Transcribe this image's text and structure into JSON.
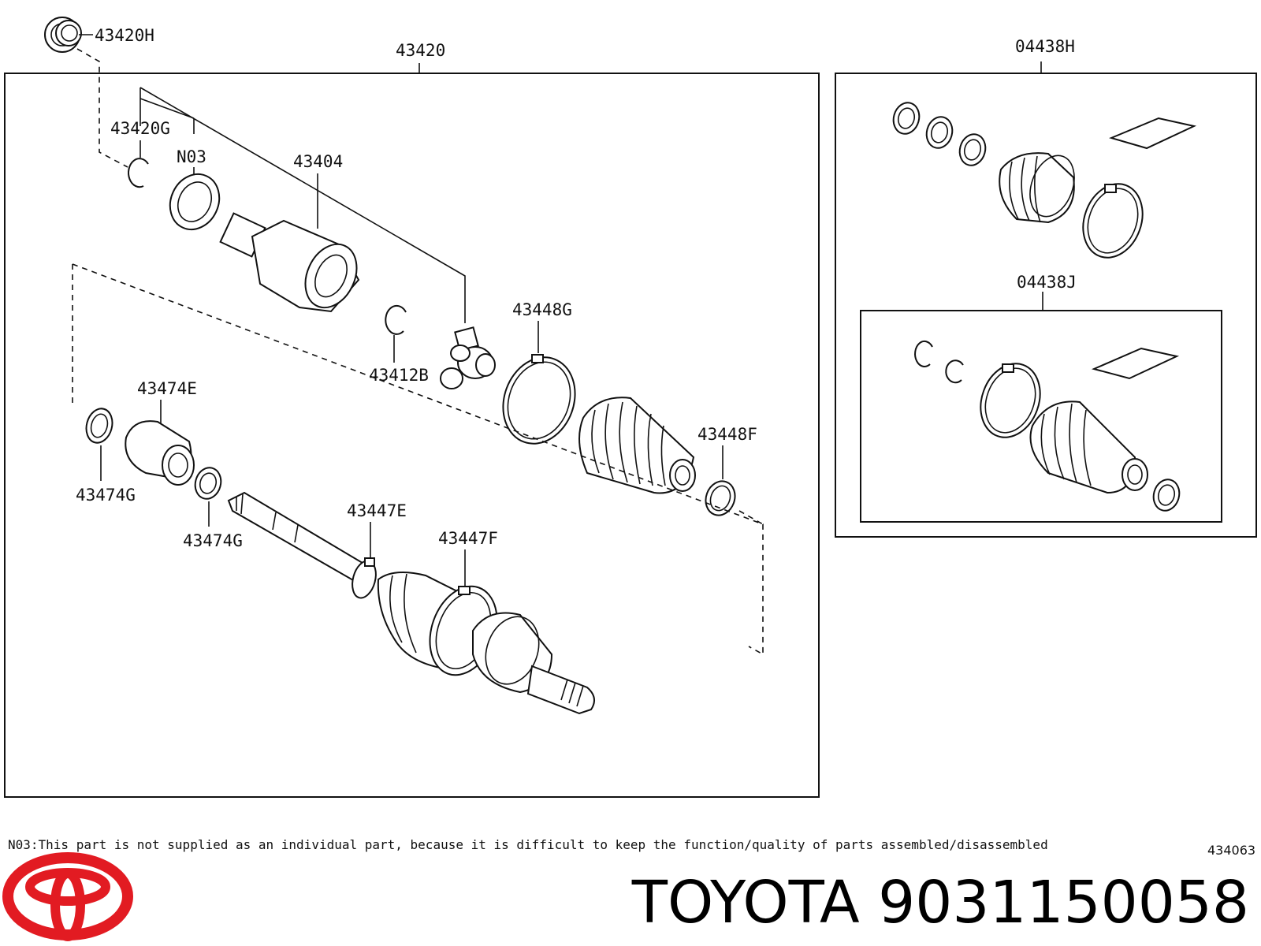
{
  "labels": {
    "p43420H": "43420H",
    "p43420": "43420",
    "p04438H": "04438H",
    "p43420G": "43420G",
    "pN03": "N03",
    "p43404": "43404",
    "p43448G": "43448G",
    "p43412B": "43412B",
    "p04438J": "04438J",
    "p43474E": "43474E",
    "p43448F": "43448F",
    "p43474G_a": "43474G",
    "p43474G_b": "43474G",
    "p43447E": "43447E",
    "p43447F": "43447F"
  },
  "footnote": "N03:This part is not supplied as an individual part, because it is difficult to keep the function/quality of parts assembled/disassembled",
  "diagram_code": "434063",
  "brand_caption": "TOYOTA 9031150058",
  "colors": {
    "logo_red": "#e21b22",
    "ink": "#111111"
  }
}
